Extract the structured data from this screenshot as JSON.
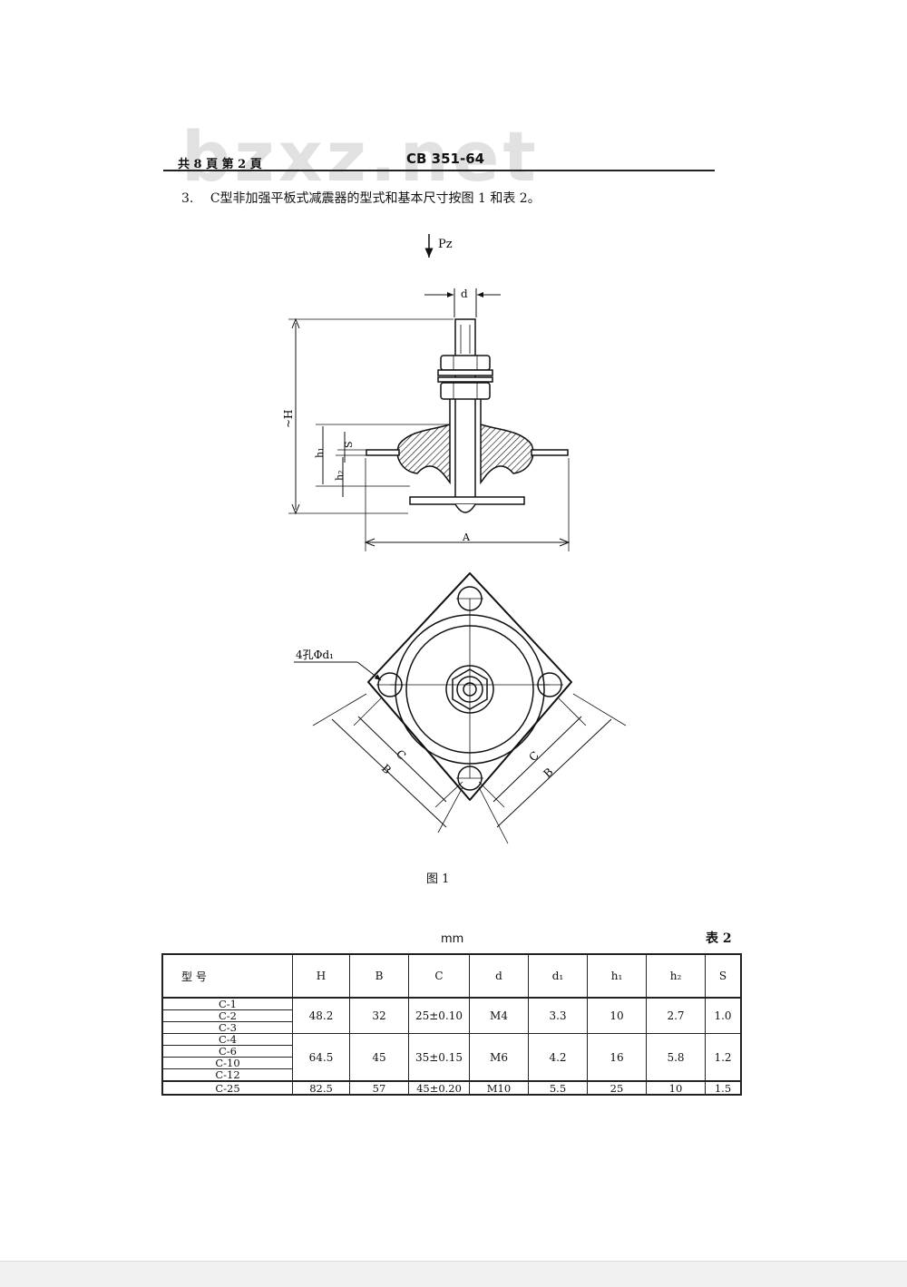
{
  "watermark": "bzxz.net",
  "header": {
    "page_info": "共 8 頁  第 2 頁",
    "standard_code": "CB 351-64"
  },
  "clause": {
    "number": "3.",
    "text": "C型非加强平板式减震器的型式和基本尺寸按图 1 和表 2。"
  },
  "figure": {
    "load_label": "Pz",
    "dim_d": "d",
    "dim_H": "~H",
    "dim_S": "S",
    "dim_h1": "h₁",
    "dim_h2": "h₂",
    "dim_A": "A",
    "hole_label": "4孔Φd₁",
    "dim_C": "C",
    "dim_B": "B",
    "caption": "图    1"
  },
  "table": {
    "unit": "mm",
    "label": "表 2",
    "headers": [
      "型        号",
      "H",
      "B",
      "C",
      "d",
      "d₁",
      "h₁",
      "h₂",
      "S"
    ],
    "groups": [
      {
        "models": [
          "C-1",
          "C-2",
          "C-3"
        ],
        "H": "48.2",
        "B": "32",
        "C": "25±0.10",
        "d": "M4",
        "d1": "3.3",
        "h1": "10",
        "h2": "2.7",
        "S": "1.0"
      },
      {
        "models": [
          "C-4",
          "C-6",
          "C-10",
          "C-12"
        ],
        "H": "64.5",
        "B": "45",
        "C": "35±0.15",
        "d": "M6",
        "d1": "4.2",
        "h1": "16",
        "h2": "5.8",
        "S": "1.2"
      },
      {
        "models": [
          "C-25"
        ],
        "H": "82.5",
        "B": "57",
        "C": "45±0.20",
        "d": "M10",
        "d1": "5.5",
        "h1": "25",
        "h2": "10",
        "S": "1.5"
      }
    ]
  }
}
